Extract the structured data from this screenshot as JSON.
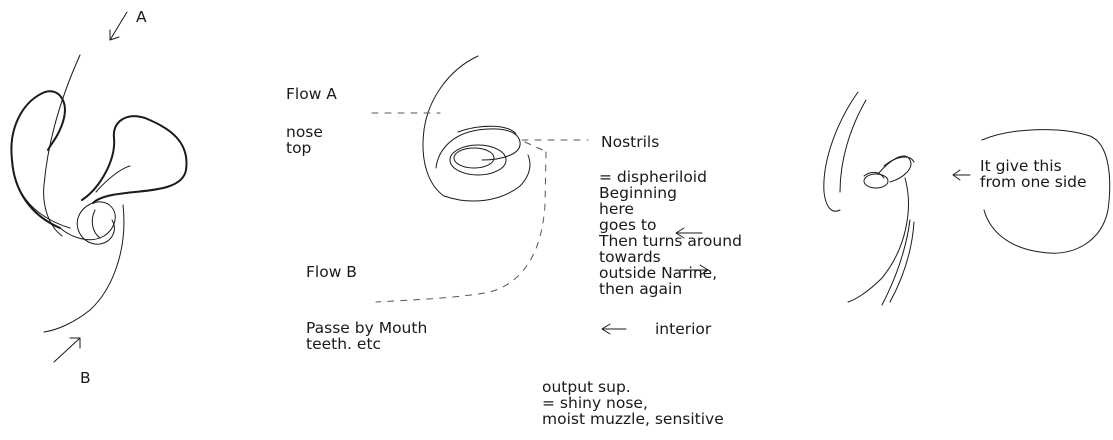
{
  "sketch1": {
    "label_a": "A",
    "label_b": "B"
  },
  "sketch2": {
    "flow_a": "Flow A",
    "nose_top": "nose\ntop",
    "nostrils": "Nostrils",
    "description": "= dispheriloid\nBeginning\nhere\ngoes to\nThen turns around\ntowards\noutside Narine,\nthen again",
    "interior": "interior",
    "flow_b": "Flow B",
    "passe_by_mouth": "Passe by Mouth\nteeth. etc",
    "output": "output sup.\n= shiny nose,\nmoist muzzle, sensitive"
  },
  "sketch3": {
    "note": "It give this\nfrom one side"
  }
}
